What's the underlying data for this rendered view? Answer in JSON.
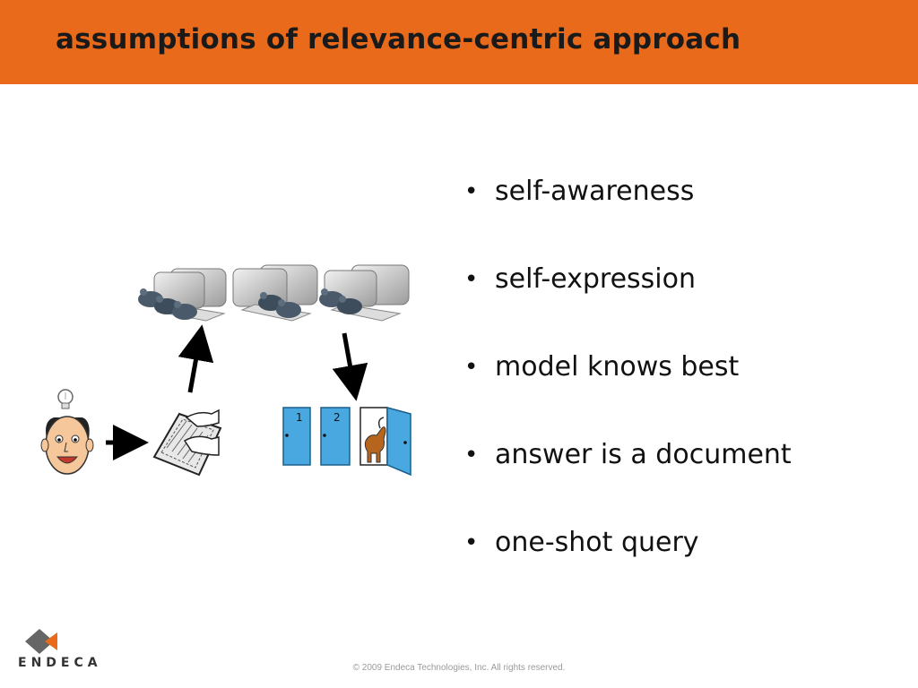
{
  "slide": {
    "title": "assumptions of relevance-centric approach",
    "bullets": [
      "self-awareness",
      "self-expression",
      "model knows best",
      "answer is a document",
      "one-shot query"
    ]
  },
  "diagram": {
    "door_labels": [
      "1",
      "2"
    ],
    "icons": [
      "lightbulb-icon",
      "person-face-icon",
      "keyboard-hands-icon",
      "pigeon-computers-icon",
      "doors-icon",
      "goat-icon",
      "arrow-icon"
    ]
  },
  "footer": {
    "copyright": "© 2009 Endeca Technologies, Inc. All rights reserved.",
    "logo_text": "ENDECA"
  },
  "colors": {
    "header": "#e96a1a",
    "door": "#4aa8e0",
    "logo_orange": "#e96a1a",
    "logo_gray": "#666666"
  }
}
